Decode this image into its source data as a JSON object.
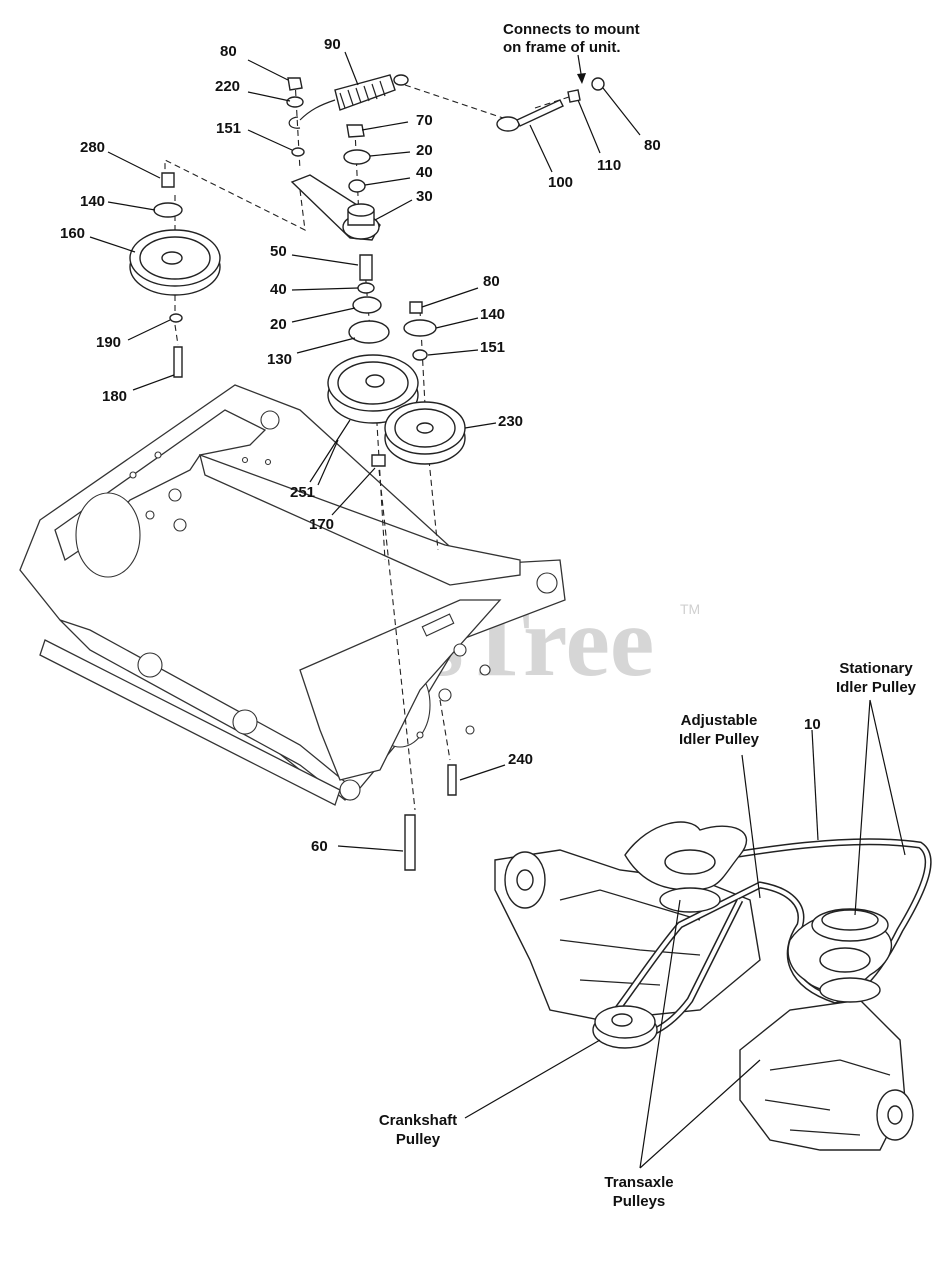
{
  "watermark": {
    "text": "PartsTree",
    "trademark": "TM"
  },
  "notes": {
    "mount_line1": "Connects to mount",
    "mount_line2": "on frame of unit."
  },
  "callouts": {
    "stationary_line1": "Stationary",
    "stationary_line2": "Idler Pulley",
    "adjustable_line1": "Adjustable",
    "adjustable_line2": "Idler Pulley",
    "crankshaft_line1": "Crankshaft",
    "crankshaft_line2": "Pulley",
    "transaxle_line1": "Transaxle",
    "transaxle_line2": "Pulleys"
  },
  "part_labels": [
    "80",
    "90",
    "220",
    "151",
    "70",
    "20",
    "40",
    "30",
    "280",
    "140",
    "160",
    "50",
    "40",
    "20",
    "130",
    "190",
    "180",
    "80",
    "140",
    "151",
    "230",
    "251",
    "170",
    "100",
    "110",
    "80",
    "240",
    "60",
    "10"
  ]
}
